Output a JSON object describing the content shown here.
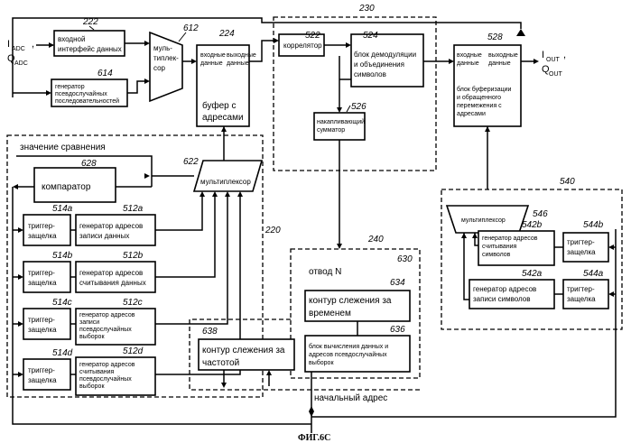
{
  "figure": {
    "caption": "ФИГ.6С",
    "io": {
      "input_i": "I",
      "input_i_sub": "ADC",
      "input_sep": ",",
      "input_q": "Q",
      "input_q_sub": "ADC",
      "output_i": "I",
      "output_i_sub": "OUT",
      "output_sep": ",",
      "output_q": "Q",
      "output_q_sub": "OUT"
    },
    "blocks": {
      "input_interface": {
        "ref": "222",
        "lines": [
          "входной",
          "интерфейс данных"
        ]
      },
      "prng": {
        "ref": "614",
        "lines": [
          "генератор",
          "псевдослучайных",
          "последовательностей"
        ]
      },
      "mux612": {
        "ref": "612",
        "lines": [
          "муль-",
          "типлек-",
          "сор"
        ]
      },
      "buffer": {
        "ref": "224",
        "in_label": "входные",
        "out_label": "выходные",
        "data_word": "данные",
        "lines": [
          "буфер с",
          "адресами"
        ]
      },
      "correlator": {
        "ref": "522",
        "label": "коррелятор"
      },
      "demod": {
        "ref": "524",
        "lines": [
          "блок демодуляции",
          "и объединения",
          "символов"
        ]
      },
      "accumulator": {
        "ref": "526",
        "lines": [
          "накапливающий",
          "сумматор"
        ]
      },
      "group230": {
        "ref": "230"
      },
      "deinterleave": {
        "ref": "528",
        "in_label": "входные",
        "out_label": "выходные",
        "data_word": "данные",
        "lines": [
          "блок буферизации",
          "и обращенного",
          "перемежения с",
          "адресами"
        ]
      },
      "compare_label": "значение сравнения",
      "comparator": {
        "ref": "628",
        "label": "компаратор"
      },
      "mux622": {
        "ref": "622",
        "label": "мультиплексор"
      },
      "group220": {
        "ref": "220"
      },
      "latch514a": {
        "ref": "514a",
        "lines": [
          "триггер-",
          "защелка"
        ]
      },
      "latch514b": {
        "ref": "514b",
        "lines": [
          "триггер-",
          "защелка"
        ]
      },
      "latch514c": {
        "ref": "514c",
        "lines": [
          "триггер-",
          "защелка"
        ]
      },
      "latch514d": {
        "ref": "514d",
        "lines": [
          "триггер-",
          "защелка"
        ]
      },
      "gen512a": {
        "ref": "512a",
        "lines": [
          "генератор адресов",
          "записи данных"
        ]
      },
      "gen512b": {
        "ref": "512b",
        "lines": [
          "генератор адресов",
          "считывания данных"
        ]
      },
      "gen512c": {
        "ref": "512c",
        "lines": [
          "генератор адресов",
          "записи",
          "псевдослучайных",
          "выборок"
        ]
      },
      "gen512d": {
        "ref": "512d",
        "lines": [
          "генератор адресов",
          "считывания",
          "псевдослучайных",
          "выборок"
        ]
      },
      "group240": {
        "ref": "240"
      },
      "tap": {
        "ref": "630",
        "label": "отвод N"
      },
      "timing_loop": {
        "ref": "634",
        "lines": [
          "контур слежения за",
          "временем"
        ]
      },
      "data_calc": {
        "ref": "636",
        "lines": [
          "блок вычисления данных и",
          "адресов псевдослучайных",
          "выборок"
        ]
      },
      "start_address": "начальный адрес",
      "freq_loop": {
        "ref": "638",
        "lines": [
          "контур слежения за",
          "частотой"
        ]
      },
      "group540": {
        "ref": "540"
      },
      "mux546": {
        "ref": "546",
        "label": "мультиплексор"
      },
      "gen542b": {
        "ref": "542b",
        "lines": [
          "генератор адресов",
          "считывания",
          "символов"
        ]
      },
      "latch544b": {
        "ref": "544b",
        "lines": [
          "тригтер-",
          "защелка"
        ]
      },
      "gen542a": {
        "ref": "542a",
        "lines": [
          "генератор адресов",
          "записи символов"
        ]
      },
      "latch544a": {
        "ref": "544a",
        "lines": [
          "тригтер-",
          "защелка"
        ]
      }
    }
  }
}
